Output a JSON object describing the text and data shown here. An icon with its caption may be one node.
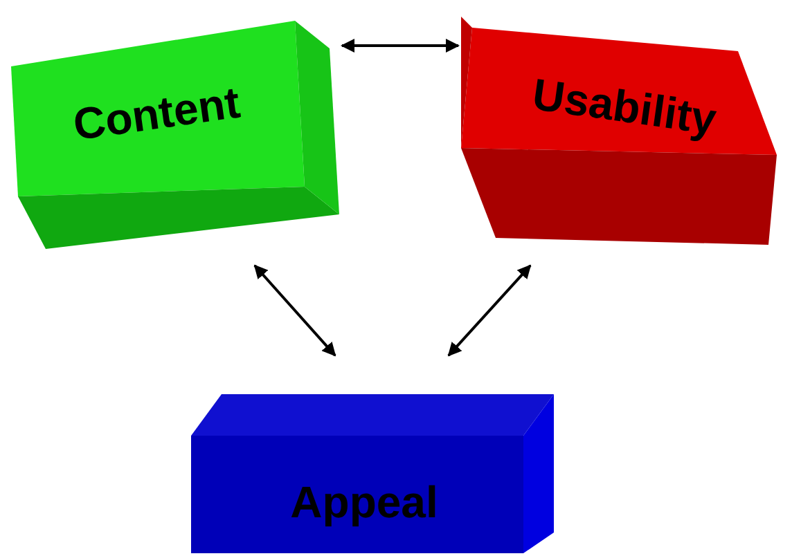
{
  "diagram": {
    "nodes": [
      {
        "text": [
          "Content"
        ]
      },
      {
        "text": [
          "Usability"
        ]
      },
      {
        "text": [
          "Appeal"
        ]
      }
    ],
    "edges": [
      {
        "from": 0,
        "to": 1,
        "arrow": "both"
      },
      {
        "from": 0,
        "to": 2,
        "arrow": "both"
      },
      {
        "from": 1,
        "to": 2,
        "arrow": "both"
      }
    ]
  }
}
